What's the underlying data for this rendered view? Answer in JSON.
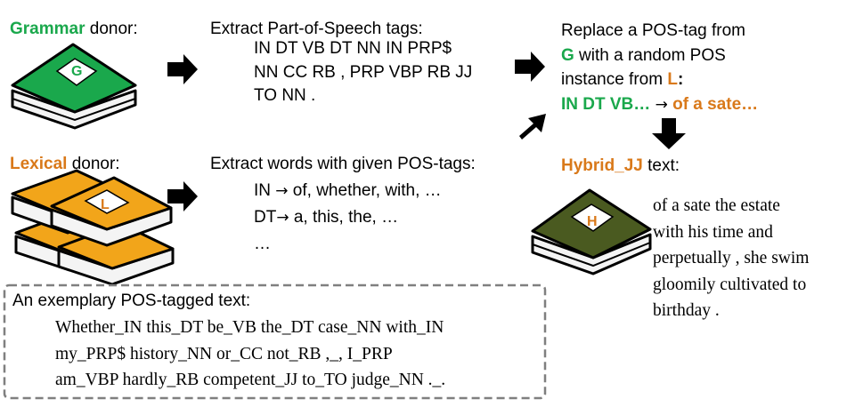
{
  "grammar": {
    "word": "Grammar",
    "rest": " donor:",
    "book_letter": "G",
    "step_title": "Extract Part-of-Speech tags:",
    "tags": [
      "IN DT VB DT NN IN PRP$",
      "NN CC RB , PRP VBP RB JJ",
      "TO NN ."
    ]
  },
  "lexical": {
    "word": "Lexical",
    "rest": " donor:",
    "book_letter": "L",
    "step_title": "Extract words with given POS-tags:",
    "items": [
      {
        "tag": "IN",
        "words": " of, whether, with, …"
      },
      {
        "tag": "DT",
        "words": " a, this, the, …"
      }
    ],
    "ellipsis": "…"
  },
  "replace": {
    "line1": "Replace a POS-tag from",
    "g": "G",
    "line2_rest": " with a random POS",
    "line3_pre": "instance from ",
    "l": "L",
    "line3_post": ":",
    "from_tags": "IN DT VB…",
    "to_words": "of a sate…"
  },
  "hybrid": {
    "word": "Hybrid_JJ",
    "rest": " text:",
    "book_letter": "H",
    "lines": [
      "of a sate the estate",
      "with his time and",
      "perpetually , she swim",
      "gloomily  cultivated to",
      "birthday ."
    ]
  },
  "example": {
    "title": "An exemplary POS-tagged text:",
    "lines": [
      "Whether_IN this_DT be_VB the_DT case_NN with_IN",
      "my_PRP$ history_NN or_CC not_RB ,_, I_PRP",
      "am_VBP hardly_RB competent_JJ to_TO judge_NN ._."
    ]
  },
  "colors": {
    "green": "#1aa84c",
    "orange": "#d9791a",
    "hybrid_book": "#4a5a20"
  }
}
